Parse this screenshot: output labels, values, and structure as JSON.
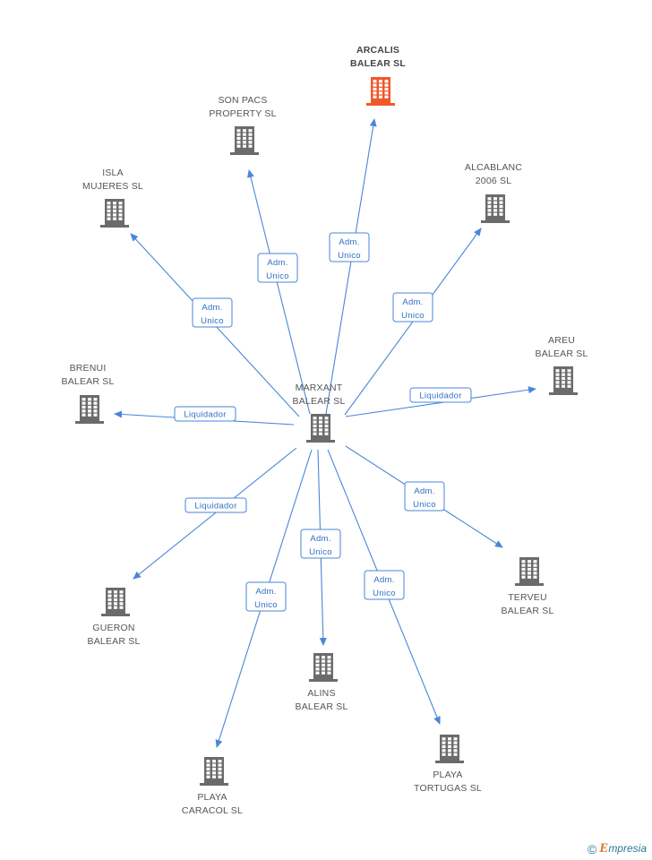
{
  "colors": {
    "edge": "#4a86d8",
    "building": "#6b6b6b",
    "building_focus": "#f0582a",
    "label": "#555555"
  },
  "center": {
    "id": "marxant",
    "label": [
      "MARXANT",
      "BALEAR SL"
    ]
  },
  "nodes": [
    {
      "id": "arcalis",
      "label": [
        "ARCALIS",
        "BALEAR SL"
      ],
      "focus": true
    },
    {
      "id": "son-pacs",
      "label": [
        "SON PACS",
        "PROPERTY SL"
      ]
    },
    {
      "id": "alcablanc",
      "label": [
        "ALCABLANC",
        "2006 SL"
      ]
    },
    {
      "id": "isla-mujeres",
      "label": [
        "ISLA",
        "MUJERES SL"
      ]
    },
    {
      "id": "areu",
      "label": [
        "AREU",
        "BALEAR SL"
      ]
    },
    {
      "id": "brenui",
      "label": [
        "BRENUI",
        "BALEAR SL"
      ]
    },
    {
      "id": "gueron",
      "label": [
        "GUERON",
        "BALEAR SL"
      ]
    },
    {
      "id": "terveu",
      "label": [
        "TERVEU",
        "BALEAR SL"
      ]
    },
    {
      "id": "alins",
      "label": [
        "ALINS",
        "BALEAR SL"
      ]
    },
    {
      "id": "playa-caracol",
      "label": [
        "PLAYA",
        "CARACOL SL"
      ]
    },
    {
      "id": "playa-tortugas",
      "label": [
        "PLAYA",
        "TORTUGAS SL"
      ]
    }
  ],
  "edges": [
    {
      "to": "arcalis",
      "label": [
        "Adm.",
        "Unico"
      ]
    },
    {
      "to": "son-pacs",
      "label": [
        "Adm.",
        "Unico"
      ]
    },
    {
      "to": "alcablanc",
      "label": [
        "Adm.",
        "Unico"
      ]
    },
    {
      "to": "isla-mujeres",
      "label": [
        "Adm.",
        "Unico"
      ]
    },
    {
      "to": "areu",
      "label": [
        "Liquidador"
      ]
    },
    {
      "to": "brenui",
      "label": [
        "Liquidador"
      ]
    },
    {
      "to": "gueron",
      "label": [
        "Liquidador"
      ]
    },
    {
      "to": "terveu",
      "label": [
        "Adm.",
        "Unico"
      ]
    },
    {
      "to": "alins",
      "label": [
        "Adm.",
        "Unico"
      ]
    },
    {
      "to": "playa-caracol",
      "label": [
        "Adm.",
        "Unico"
      ]
    },
    {
      "to": "playa-tortugas",
      "label": [
        "Adm.",
        "Unico"
      ]
    }
  ],
  "footer": {
    "copyright": "©",
    "brand_initial": "E",
    "brand_rest": "mpresia"
  }
}
